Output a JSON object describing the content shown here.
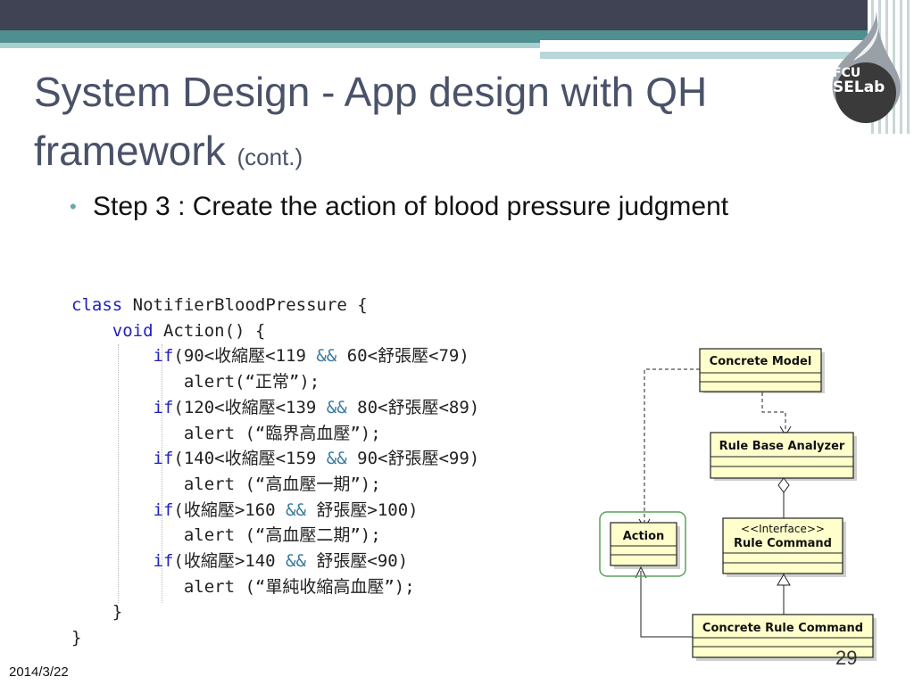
{
  "slide": {
    "title_main": "System Design - App design with QH framework",
    "title_sub": "(cont.)",
    "bullet_text": "Step 3 : Create the action of blood pressure judgment",
    "date": "2014/3/22",
    "page_number": "29"
  },
  "logo": {
    "line1": "FCU",
    "line2": "SELab"
  },
  "code": {
    "l1_kw": "class",
    "l1_rest": " NotifierBloodPressure {",
    "l2_kw": "void",
    "l2_rest": " Action() {",
    "l3_kw": "if",
    "l3_a": "(90<收縮壓<119 ",
    "l3_op": "&&",
    "l3_b": " 60<舒張壓<79)",
    "l4": "alert(“正常”);",
    "l5_kw": "if",
    "l5_a": "(120<收縮壓<139 ",
    "l5_op": "&&",
    "l5_b": " 80<舒張壓<89)",
    "l6": "alert (“臨界高血壓”);",
    "l7_kw": "if",
    "l7_a": "(140<收縮壓<159 ",
    "l7_op": "&&",
    "l7_b": " 90<舒張壓<99)",
    "l8": "alert (“高血壓一期”);",
    "l9_kw": "if",
    "l9_a": "(收縮壓>160 ",
    "l9_op": "&&",
    "l9_b": " 舒張壓>100)",
    "l10": "alert (“高血壓二期”);",
    "l11_kw": "if",
    "l11_a": "(收縮壓>140 ",
    "l11_op": "&&",
    "l11_b": " 舒張壓<90)",
    "l12": "alert (“單純收縮高血壓”);",
    "l13": "}",
    "l14": "}"
  },
  "uml": {
    "concrete_model": "Concrete Model",
    "rule_base_analyzer": "Rule Base Analyzer",
    "interface_stereotype": "<<Interface>>",
    "rule_command": "Rule Command",
    "action": "Action",
    "concrete_rule_command": "Concrete Rule Command"
  },
  "colors": {
    "band_dark": "#3f4354",
    "band_teal": "#4f8f90",
    "title": "#4a5269",
    "bullet_dot": "#6aa7a6",
    "keyword": "#2020c0",
    "uml_box": "#ffffcc",
    "action_highlight": "#5aa05a"
  }
}
